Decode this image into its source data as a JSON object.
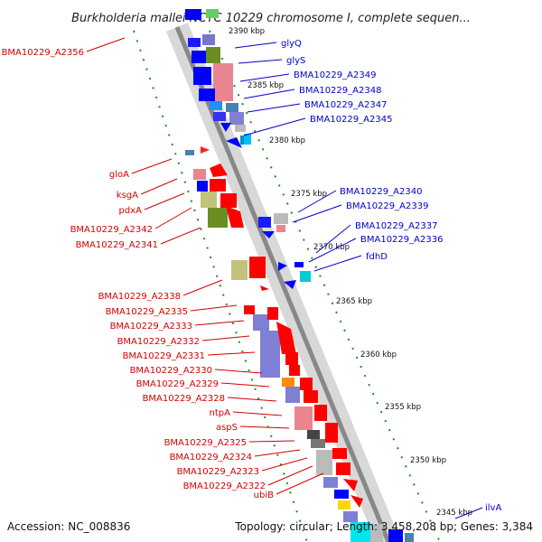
{
  "title": "Burkholderia mallei NCTC 10229 chromosome I, complete sequen...",
  "footer": {
    "accession": "Accession: NC_008836",
    "info": "Topology: circular; Length: 3,458,208 bp; Genes: 3,384"
  },
  "ticks": [
    "2390 kbp",
    "2385 kbp",
    "2380 kbp",
    "2375 kbp",
    "2370 kbp",
    "2365 kbp",
    "2360 kbp",
    "2355 kbp",
    "2350 kbp",
    "2345 kbp"
  ],
  "left_labels": [
    "BMA10229_A2356",
    "gloA",
    "ksgA",
    "pdxA",
    "BMA10229_A2342",
    "BMA10229_A2341",
    "BMA10229_A2338",
    "BMA10229_A2335",
    "BMA10229_A2333",
    "BMA10229_A2332",
    "BMA10229_A2331",
    "BMA10229_A2330",
    "BMA10229_A2329",
    "BMA10229_A2328",
    "ntpA",
    "aspS",
    "BMA10229_A2325",
    "BMA10229_A2324",
    "BMA10229_A2323",
    "BMA10229_A2322",
    "ubiB"
  ],
  "right_labels": [
    "glyQ",
    "glyS",
    "BMA10229_A2349",
    "BMA10229_A2348",
    "BMA10229_A2347",
    "BMA10229_A2345",
    "BMA10229_A2340",
    "BMA10229_A2339",
    "BMA10229_A2337",
    "BMA10229_A2336",
    "fdhD",
    "ilvA"
  ],
  "colors": {
    "forward_labels": "#d40000",
    "reverse_labels": "#0000cc",
    "backbone": "#888888"
  }
}
